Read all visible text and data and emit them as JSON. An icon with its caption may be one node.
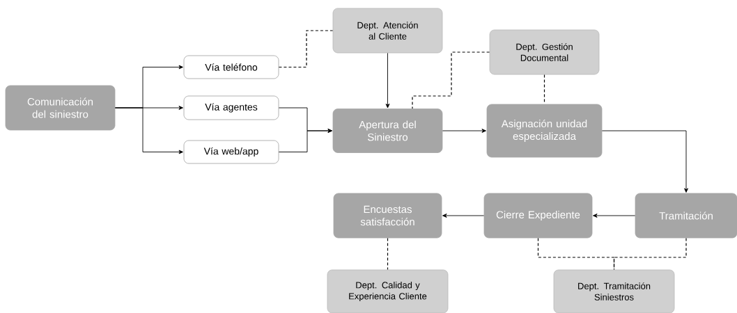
{
  "diagram": {
    "nodes": [
      {
        "text": [
          "Comunicación del siniestro"
        ]
      },
      {
        "text": [
          "Vía teléfono"
        ]
      },
      {
        "text": [
          "Vía agentes"
        ]
      },
      {
        "text": [
          "Vía web/app"
        ]
      },
      {
        "text": [
          "Dept. Atención al Cliente"
        ]
      },
      {
        "text": [
          "Apertura del Siniestro"
        ]
      },
      {
        "text": [
          "Dept. Gestión Documental"
        ]
      },
      {
        "text": [
          "Asignación unidad especializada"
        ]
      },
      {
        "text": [
          "Tramitación"
        ]
      },
      {
        "text": [
          "Cierre Expediente"
        ]
      },
      {
        "text": [
          "Encuestas satisfacción"
        ]
      },
      {
        "text": [
          "Dept. Calidad y Experiencia Cliente"
        ]
      },
      {
        "text": [
          "Dept. Tramitación Siniestros"
        ]
      }
    ],
    "edges": [
      {
        "from": 0,
        "to": 1,
        "arrow": "to"
      },
      {
        "from": 0,
        "to": 2,
        "arrow": "to"
      },
      {
        "from": 0,
        "to": 3,
        "arrow": "to"
      },
      {
        "from": 2,
        "to": 5,
        "arrow": "to"
      },
      {
        "from": 3,
        "to": 5,
        "arrow": "to"
      },
      {
        "from": 1,
        "to": 4,
        "arrow": "none",
        "style": "dashed"
      },
      {
        "from": 4,
        "to": 5,
        "arrow": "to"
      },
      {
        "from": 6,
        "to": 5,
        "arrow": "none",
        "style": "dashed"
      },
      {
        "from": 6,
        "to": 7,
        "arrow": "none",
        "style": "dashed"
      },
      {
        "from": 5,
        "to": 7,
        "arrow": "to"
      },
      {
        "from": 7,
        "to": 8,
        "arrow": "to"
      },
      {
        "from": 8,
        "to": 9,
        "arrow": "to"
      },
      {
        "from": 9,
        "to": 10,
        "arrow": "to"
      },
      {
        "from": 10,
        "to": 11,
        "arrow": "none",
        "style": "dashed"
      },
      {
        "from": 9,
        "to": 12,
        "arrow": "none",
        "style": "dashed"
      },
      {
        "from": 8,
        "to": 12,
        "arrow": "none",
        "style": "dashed"
      }
    ]
  }
}
